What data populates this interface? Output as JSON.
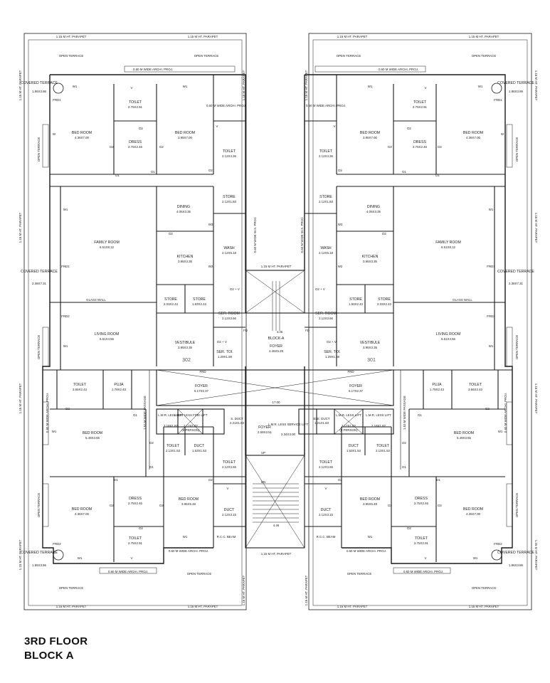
{
  "title": {
    "line1": "3RD FLOOR",
    "line2": "BLOCK A"
  },
  "labels": {
    "parapet": "1.15 M HT. PARAPET",
    "open_terrace": "OPEN TERRACE",
    "archi_proj": "0.60 M WIDE ARCHI. PROJ.",
    "archi_proj_short": "0.60 M WIDE ARCHI. PROJ.",
    "ws_proj": "0.60 M WIDE W.S. PROJ.",
    "glass_wall": "GLASS WALL",
    "rcc_beam": "R.C.C. BEAM",
    "passage": "1.53 M WIDE PASSAGE",
    "block": "BLOCK-A",
    "up": "UP",
    "dn": "DN"
  },
  "units": {
    "left": "302",
    "right": "301"
  },
  "rooms_left": [
    {
      "name": "TOILET",
      "dim": "2.75X2.91"
    },
    {
      "name": "BED ROOM",
      "dim": "4.36X7.00"
    },
    {
      "name": "DRESS",
      "dim": "2.75X2.46"
    },
    {
      "name": "BED ROOM",
      "dim": "3.95X7.00"
    },
    {
      "name": "TOILET",
      "dim": "2.12X4.26"
    },
    {
      "name": "COVERED TERRACE",
      "dim": "1.86X3.86"
    },
    {
      "name": "DINING",
      "dim": "4.05X3.35"
    },
    {
      "name": "STORE",
      "dim": "2.12X1.83"
    },
    {
      "name": "FAMILY ROOM",
      "dim": "6.61X8.12"
    },
    {
      "name": "KITCHEN",
      "dim": "3.95X3.35"
    },
    {
      "name": "WASH",
      "dim": "2.12X5.18"
    },
    {
      "name": "COVERED TERRACE",
      "dim": "2.38X7.31"
    },
    {
      "name": "STORE",
      "dim": "2.03X2.43"
    },
    {
      "name": "STORE",
      "dim": "1.83X2.43"
    },
    {
      "name": "SER. ROOM",
      "dim": "2.12X3.66"
    },
    {
      "name": "LIVING ROOM",
      "dim": "6.51X4.56"
    },
    {
      "name": "VESTIBULE",
      "dim": "3.95X3.35"
    },
    {
      "name": "SER. TOI.",
      "dim": "1.29X1.69"
    },
    {
      "name": "TOILET",
      "dim": "3.65X2.43"
    },
    {
      "name": "PUJA",
      "dim": "1.79X2.43"
    },
    {
      "name": "FOYER",
      "dim": "6.17X2.37"
    },
    {
      "name": "BED ROOM",
      "dim": "5.49X3.65"
    },
    {
      "name": "TOILET",
      "dim": "2.13X1.53"
    },
    {
      "name": "DUCT",
      "dim": "1.53X1.53"
    },
    {
      "name": "TOILET",
      "dim": "2.12X3.65"
    },
    {
      "name": "DRESS",
      "dim": "2.75X2.46"
    },
    {
      "name": "BED ROOM",
      "dim": "4.36X7.00"
    },
    {
      "name": "BED ROOM",
      "dim": "3.95X5.48"
    },
    {
      "name": "DUCT",
      "dim": "2.12X3.15"
    },
    {
      "name": "TOILET",
      "dim": "2.75X2.91"
    },
    {
      "name": "COVERED TERRACE",
      "dim": "1.86X3.86"
    }
  ],
  "rooms_right": [
    {
      "name": "TOILET",
      "dim": "2.75X2.91"
    },
    {
      "name": "BED ROOM",
      "dim": "3.95X7.00"
    },
    {
      "name": "DRESS",
      "dim": "2.75X2.46"
    },
    {
      "name": "BED ROOM",
      "dim": "4.36X7.00"
    },
    {
      "name": "TOILET",
      "dim": "2.12X4.26"
    },
    {
      "name": "COVERED TERRACE",
      "dim": "1.86X3.86"
    },
    {
      "name": "DINING",
      "dim": "4.05X3.35"
    },
    {
      "name": "STORE",
      "dim": "2.12X1.83"
    },
    {
      "name": "FAMILY ROOM",
      "dim": "6.61X8.12"
    },
    {
      "name": "KITCHEN",
      "dim": "3.95X3.35"
    },
    {
      "name": "WASH",
      "dim": "2.12X5.18"
    },
    {
      "name": "COVERED TERRACE",
      "dim": "2.38X7.31"
    },
    {
      "name": "STORE",
      "dim": "1.83X2.43"
    },
    {
      "name": "STORE",
      "dim": "2.03X2.43"
    },
    {
      "name": "SER. ROOM",
      "dim": "2.12X3.66"
    },
    {
      "name": "LIVING ROOM",
      "dim": "6.51X4.56"
    },
    {
      "name": "VESTIBULE",
      "dim": "3.95X3.35"
    },
    {
      "name": "SER. TOI.",
      "dim": "1.29X1.69"
    },
    {
      "name": "PUJA",
      "dim": "1.79X2.43"
    },
    {
      "name": "TOILET",
      "dim": "3.65X2.43"
    },
    {
      "name": "FOYER",
      "dim": "6.17X2.37"
    },
    {
      "name": "BED ROOM",
      "dim": "5.49X3.65"
    },
    {
      "name": "DUCT",
      "dim": "1.53X1.53"
    },
    {
      "name": "TOILET",
      "dim": "2.13X1.53"
    },
    {
      "name": "TOILET",
      "dim": "2.12X3.65"
    },
    {
      "name": "BED ROOM",
      "dim": "3.95X5.48"
    },
    {
      "name": "DRESS",
      "dim": "2.75X2.46"
    },
    {
      "name": "BED ROOM",
      "dim": "4.36X7.00"
    },
    {
      "name": "DUCT",
      "dim": "2.12X3.15"
    },
    {
      "name": "TOILET",
      "dim": "2.75X2.91"
    },
    {
      "name": "COVERED TERRACE",
      "dim": "1.86X3.86"
    }
  ],
  "core": {
    "foyer": {
      "name": "FOYER",
      "dim": "4.46X5.29"
    },
    "foyer_lift": {
      "name": "FOYER",
      "dim": "2.69X3.51"
    },
    "lift_left_a": {
      "name": "L.M.R. LESS LIFT",
      "dim": "2.18X1.82"
    },
    "fire_lift": {
      "name": "L.M.R. LESS FIRE LIFT",
      "dim": "2.12X1.82",
      "cap": "(8 PERSON)"
    },
    "sduct": {
      "name": "S. DUCT",
      "dim": "2.21X1.83"
    },
    "service_lift": {
      "name": "L.M.R. LESS SERVICE LIFT",
      "dim": "2.34X3.00"
    },
    "ele_duct": {
      "name": "ELE. DUCT",
      "dim": "1.21X1.83"
    },
    "lift_right_a": {
      "name": "L.M.R. LESS LIFT",
      "dim": "2.12X1.82",
      "cap": "(8 PERSON)"
    },
    "lift_right_b": {
      "name": "L.M.R. LESS LIFT",
      "dim": "2.18X1.82"
    },
    "stair_dims": {
      "top": "4.46",
      "bottom": "4.46",
      "width": "17.00"
    }
  },
  "tags": {
    "w1": "W1",
    "w": "W",
    "w2": "W2",
    "w3": "W3",
    "v": "V",
    "d1": "D1",
    "d2": "D2",
    "frd1": "FRD1",
    "frd2": "FRD2",
    "frd": "FRD",
    "d2v": "D2 + V",
    "fd": "FD"
  }
}
